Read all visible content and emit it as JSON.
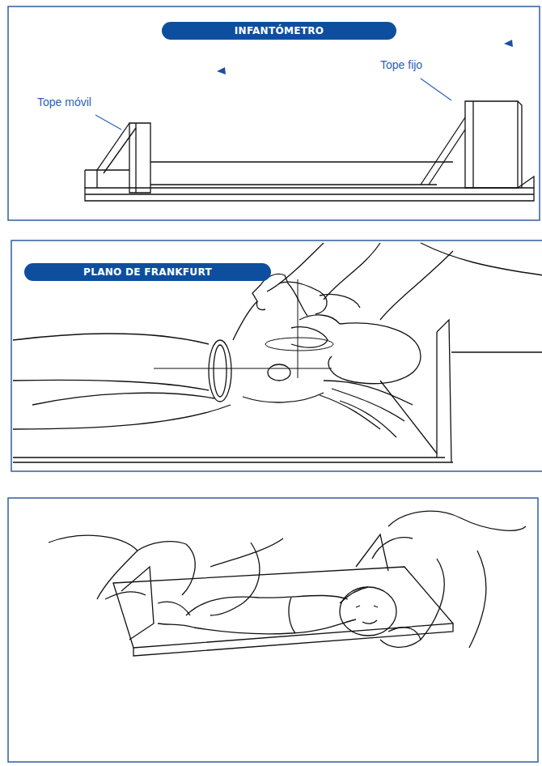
{
  "diagram": {
    "nodes": [
      {
        "text": [
          "INFANTÓMETRO"
        ]
      },
      {
        "text": [
          "PLANO DE FRANKFURT"
        ]
      }
    ],
    "labels": [
      "Tope fijo",
      "Tope móvil"
    ]
  }
}
